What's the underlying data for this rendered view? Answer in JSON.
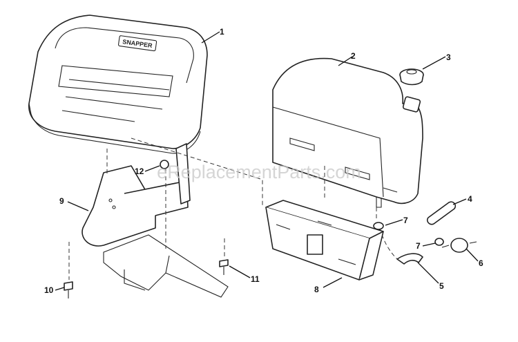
{
  "watermark": "eReplacementParts.com",
  "seat_logo": "SNAPPER",
  "callouts": [
    "1",
    "2",
    "3",
    "4",
    "5",
    "6",
    "7",
    "7",
    "8",
    "9",
    "10",
    "11",
    "12"
  ],
  "colors": {
    "line": "#222222",
    "watermark": "#c8c8c8",
    "background": "#ffffff"
  }
}
